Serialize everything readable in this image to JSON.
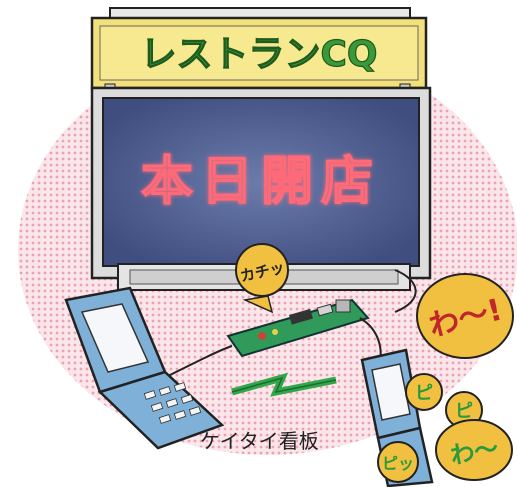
{
  "sign": {
    "name": "レストランCQ",
    "name_color": "#3a9a3a",
    "accent_color": "#4a7ad6",
    "board_color": "#f2e07a"
  },
  "screen": {
    "message": "本日開店",
    "message_color": "#ff6a78",
    "panel_color": "#4d5f96"
  },
  "bubbles": {
    "click_sound": "カチッ",
    "wow_big": "わ〜!",
    "wow_small": "わ〜",
    "beep_1": "ピ",
    "beep_2": "ピ",
    "beep_3": "ピッ"
  },
  "caption": "ケイタイ看板",
  "colors": {
    "halo": "#f2c3cc",
    "phone": "#7fb0d8",
    "board": "#2f9a5a",
    "bubble": "#f2c040"
  }
}
